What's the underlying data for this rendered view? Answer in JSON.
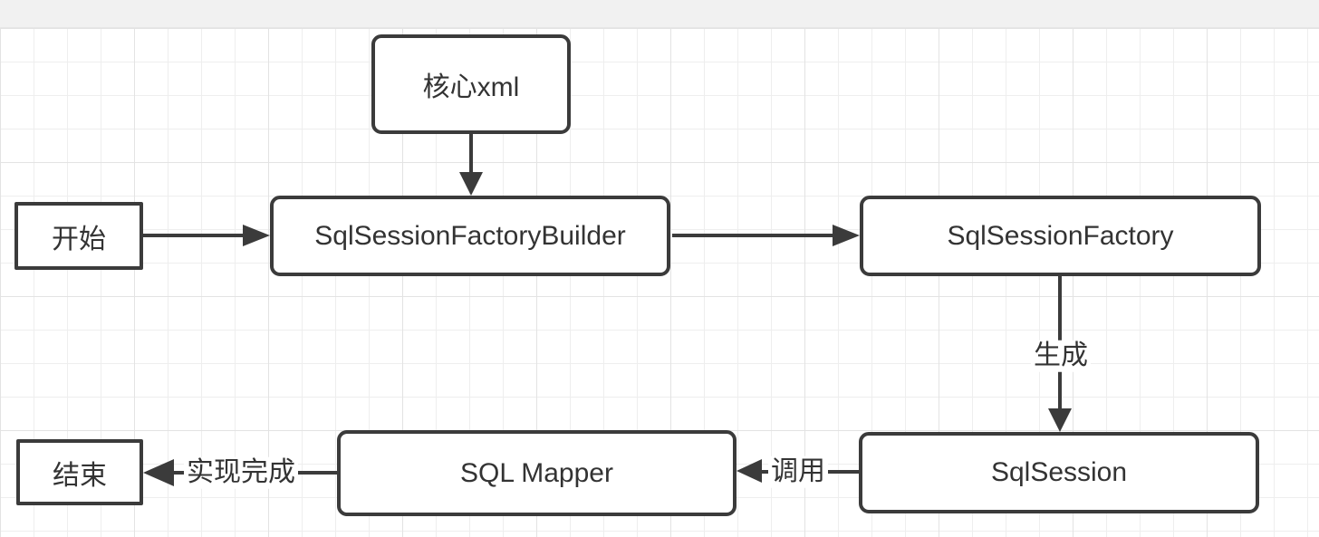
{
  "diagram": {
    "nodes": [
      {
        "id": "start",
        "label": "开始",
        "shape": "rectangle"
      },
      {
        "id": "core-xml",
        "label": "核心xml",
        "shape": "rounded-rectangle"
      },
      {
        "id": "builder",
        "label": "SqlSessionFactoryBuilder",
        "shape": "rounded-rectangle"
      },
      {
        "id": "factory",
        "label": "SqlSessionFactory",
        "shape": "rounded-rectangle"
      },
      {
        "id": "sqlsession",
        "label": "SqlSession",
        "shape": "rounded-rectangle"
      },
      {
        "id": "mapper",
        "label": "SQL Mapper",
        "shape": "rounded-rectangle"
      },
      {
        "id": "end",
        "label": "结束",
        "shape": "rectangle"
      }
    ],
    "edges": [
      {
        "from": "start",
        "to": "builder",
        "label": ""
      },
      {
        "from": "core-xml",
        "to": "builder",
        "label": ""
      },
      {
        "from": "builder",
        "to": "factory",
        "label": ""
      },
      {
        "from": "factory",
        "to": "sqlsession",
        "label": "生成"
      },
      {
        "from": "sqlsession",
        "to": "mapper",
        "label": "调用"
      },
      {
        "from": "mapper",
        "to": "end",
        "label": "实现完成"
      }
    ],
    "colors": {
      "stroke": "#3b3b3b",
      "node_fill": "#ffffff",
      "text": "#333333",
      "grid_minor": "#eeeeee",
      "grid_major": "#e3e3e3",
      "topbar": "#f1f1f1"
    }
  }
}
